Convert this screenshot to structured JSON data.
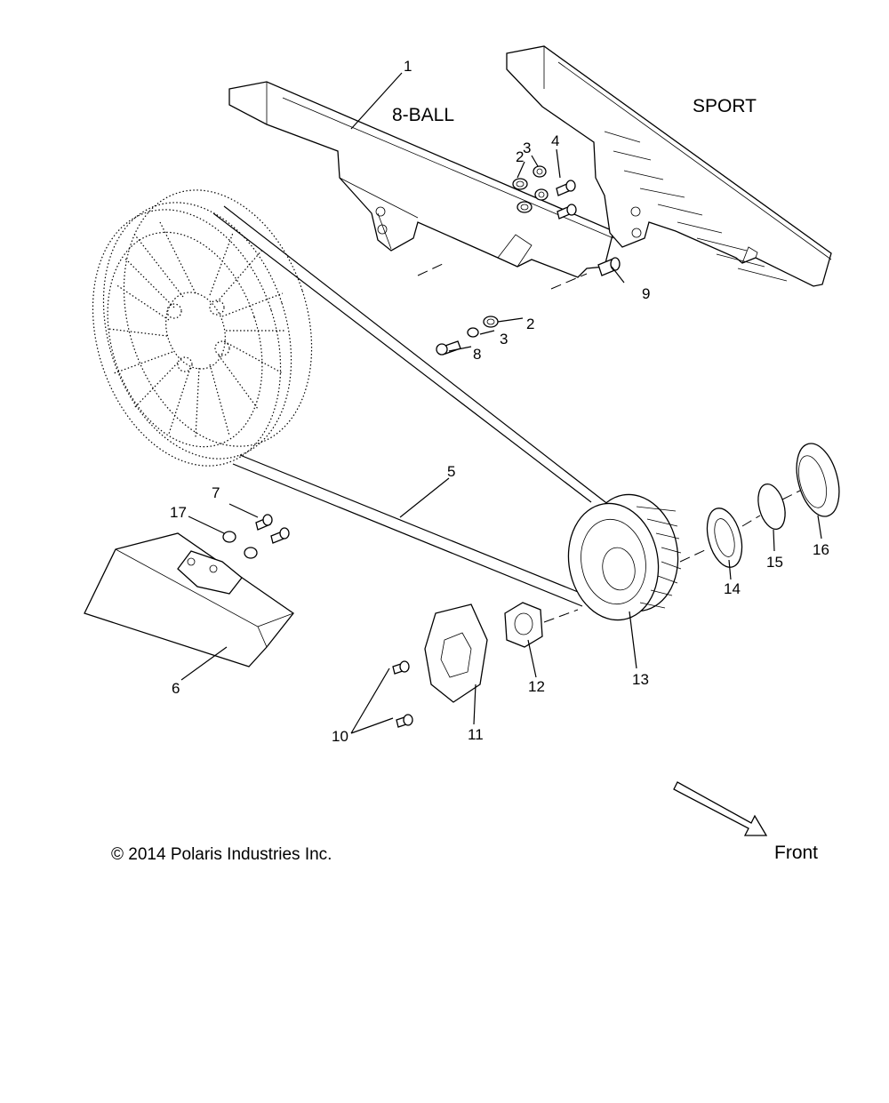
{
  "diagram": {
    "variants": {
      "eight_ball": "8-BALL",
      "sport": "SPORT"
    },
    "direction_label": "Front",
    "copyright": "© 2014 Polaris Industries Inc.",
    "callouts": [
      {
        "id": "c1",
        "text": "1"
      },
      {
        "id": "c2a",
        "text": "2"
      },
      {
        "id": "c3a",
        "text": "3"
      },
      {
        "id": "c4",
        "text": "4"
      },
      {
        "id": "c9",
        "text": "9"
      },
      {
        "id": "c2b",
        "text": "2"
      },
      {
        "id": "c3b",
        "text": "3"
      },
      {
        "id": "c8",
        "text": "8"
      },
      {
        "id": "c5",
        "text": "5"
      },
      {
        "id": "c7",
        "text": "7"
      },
      {
        "id": "c17",
        "text": "17"
      },
      {
        "id": "c6",
        "text": "6"
      },
      {
        "id": "c10",
        "text": "10"
      },
      {
        "id": "c11",
        "text": "11"
      },
      {
        "id": "c12",
        "text": "12"
      },
      {
        "id": "c13",
        "text": "13"
      },
      {
        "id": "c14",
        "text": "14"
      },
      {
        "id": "c15",
        "text": "15"
      },
      {
        "id": "c16",
        "text": "16"
      }
    ]
  }
}
